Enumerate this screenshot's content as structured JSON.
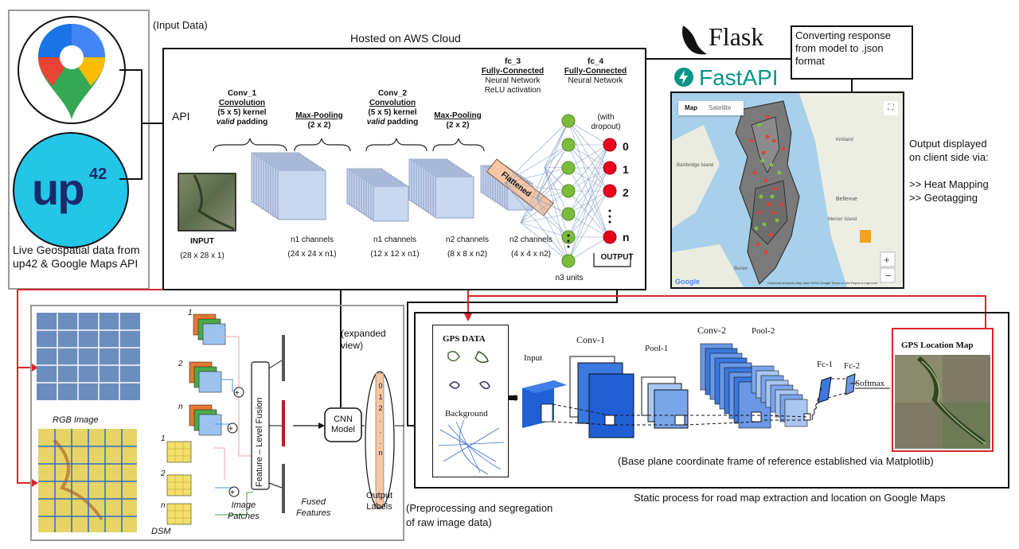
{
  "input_data_label": "(Input Data)",
  "hosted_label": "Hosted on AWS Cloud",
  "flask_label": "Flask",
  "fastapi_label": "FastAPI",
  "converting_label": "Converting response from model to .json format",
  "api_label": "API",
  "up42_logo": "up",
  "up42_super": "42",
  "live_data_label": "Live Geospatial data from up42 & Google Maps API",
  "cnn": {
    "conv1_title": "Conv_1",
    "conv1_sub": "Convolution",
    "conv1_kernel": "(5 x 5) kernel",
    "conv1_pad_a": "valid",
    "conv1_pad_b": " padding",
    "maxpool1_title": "Max-Pooling",
    "maxpool1_size": "(2 x 2)",
    "conv2_title": "Conv_2",
    "conv2_sub": "Convolution",
    "conv2_kernel": "(5 x 5) kernel",
    "conv2_pad_a": "valid",
    "conv2_pad_b": " padding",
    "maxpool2_title": "Max-Pooling",
    "maxpool2_size": "(2 x 2)",
    "fc3_title": "fc_3",
    "fc3_sub": "Fully-Connected",
    "fc3_desc1": "Neural Network",
    "fc3_desc2": "ReLU activation",
    "fc4_title": "fc_4",
    "fc4_sub": "Fully-Connected",
    "fc4_desc1": "Neural Network",
    "dropout1": "(with",
    "dropout2": "dropout)",
    "input_label": "INPUT",
    "input_dim": "(28 x 28 x 1)",
    "n1_channels_a": "n1 channels",
    "n1_dim_a": "(24 x 24 x n1)",
    "n1_channels_b": "n1 channels",
    "n1_dim_b": "(12 x 12 x n1)",
    "n2_channels_a": "n2 channels",
    "n2_dim_a": "(8 x 8 x n2)",
    "n2_channels_b": "n2 channels",
    "n2_dim_b": "(4 x 4 x n2)",
    "n3_units": "n3 units",
    "flattened": "Flattened",
    "output_label": "OUTPUT",
    "outputs": [
      "0",
      "1",
      "2",
      "n"
    ]
  },
  "map": {
    "tab_map": "Map",
    "tab_satellite": "Satellite",
    "google": "Google",
    "footer": "Keyboard shortcuts   Map data ©2021 Google   Terms of Use   Report a map error",
    "places": [
      "Bainbridge Island",
      "Kirkland",
      "Bellevue",
      "Mercer Island",
      "Burien"
    ]
  },
  "output_displayed": [
    "Output displayed",
    "on client side via:",
    "",
    ">> Heat Mapping",
    ">> Geotagging"
  ],
  "fusion": {
    "rgb_label": "RGB Image",
    "dsm_label": "DSM",
    "feature_fusion": "Feature – Level Fusion",
    "image_patches": [
      "Image",
      "Patches"
    ],
    "fused_features": [
      "Fused",
      "Features"
    ],
    "patch_labels_top": [
      "1",
      "2",
      "n"
    ],
    "patch_labels_bottom": [
      "1",
      "2",
      "n"
    ],
    "cnn_model": [
      "CNN",
      "Model"
    ],
    "expanded_view": [
      "(expanded",
      "view)"
    ],
    "output_vector": [
      "0",
      "1",
      "2",
      ".",
      ".",
      ".",
      "n"
    ],
    "output_labels": [
      "Output",
      "Labels"
    ]
  },
  "preprocess_label": [
    "(Preprocessing and segregation",
    "of raw image data)"
  ],
  "static": {
    "gps_data": "GPS  DATA",
    "background": "Background",
    "input": "Input",
    "conv1": "Conv-1",
    "pool1": "Pool-1",
    "conv2": "Conv-2",
    "pool2": "Pool-2",
    "fc1": "Fc-1",
    "fc2": "Fc-2",
    "softmax": "Softmax",
    "gps_location_map": "GPS Location Map",
    "base_plane": "(Base plane coordinate frame of reference established via Matplotlib)",
    "static_process": "Static process for road map extraction and location on Google Maps"
  },
  "colors": {
    "red": "#d9262c",
    "blue_dark": "#1f5fd6",
    "green_node": "#7dbb3c",
    "red_node": "#e8001d",
    "flatten": "#f6c7a5",
    "up42_bg": "#24c6e8",
    "up42_text": "#1b2a6b"
  }
}
